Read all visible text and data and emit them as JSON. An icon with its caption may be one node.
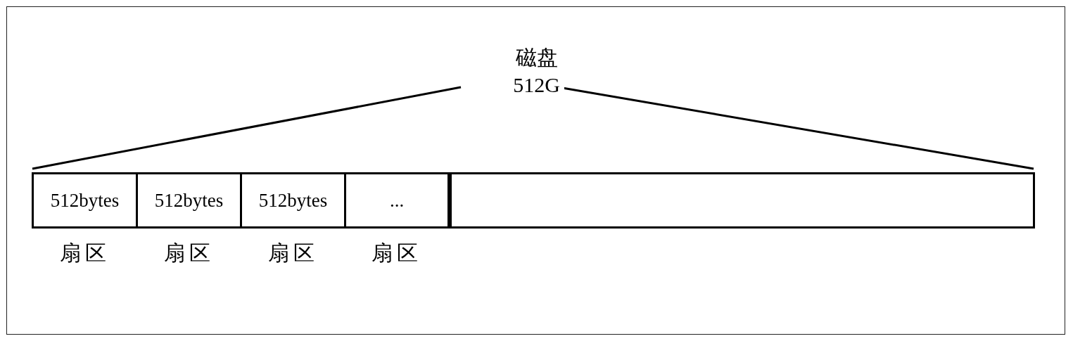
{
  "diagram": {
    "nodes": [
      {
        "text": [],
        "shape": "bar"
      },
      {
        "text": [
          "512bytes"
        ],
        "beside": [
          "扇区"
        ],
        "in": 0
      },
      {
        "text": [
          "512bytes"
        ],
        "beside": [
          "扇区"
        ],
        "in": 0
      },
      {
        "text": [
          "512bytes"
        ],
        "beside": [
          "扇区"
        ],
        "in": 0
      },
      {
        "text": [
          "..."
        ],
        "beside": [
          "扇区"
        ],
        "in": 0
      },
      {
        "text": [],
        "shape": "box",
        "in": 0
      }
    ],
    "edges": [],
    "labels": [
      "磁盘",
      "512G"
    ]
  }
}
